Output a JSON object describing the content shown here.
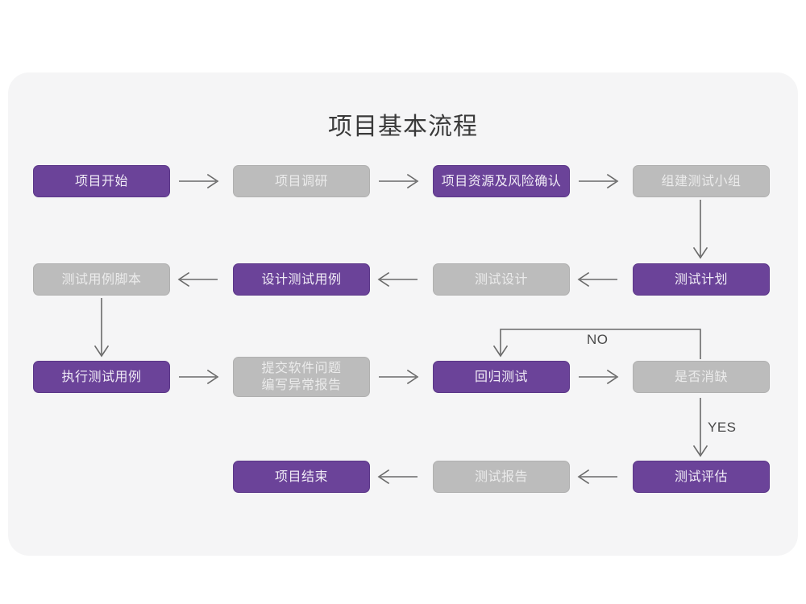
{
  "card": {
    "background_color": "#f5f5f6",
    "page_background_color": "#ffffff"
  },
  "title": "项目基本流程",
  "palette": {
    "purple": "#6b4399",
    "purple_border": "#5b3788",
    "purple_text": "#f0ebf6",
    "gray": "#bcbcbc",
    "gray_border": "#b0b0b0",
    "gray_text": "#ebebeb",
    "connector": "#6a6a6a",
    "title_text": "#3a3a3a",
    "label_text": "#4a4a4a"
  },
  "chart_data": {
    "type": "diagram",
    "title": "项目基本流程",
    "nodes": [
      {
        "id": "n1",
        "label": "项目开始",
        "style": "purple",
        "row": 1,
        "col": 1
      },
      {
        "id": "n2",
        "label": "项目调研",
        "style": "gray",
        "row": 1,
        "col": 2
      },
      {
        "id": "n3",
        "label": "项目资源及风险确认",
        "style": "purple",
        "row": 1,
        "col": 3
      },
      {
        "id": "n4",
        "label": "组建测试小组",
        "style": "gray",
        "row": 1,
        "col": 4
      },
      {
        "id": "n5",
        "label": "测试用例脚本",
        "style": "gray",
        "row": 2,
        "col": 1
      },
      {
        "id": "n6",
        "label": "设计测试用例",
        "style": "purple",
        "row": 2,
        "col": 2
      },
      {
        "id": "n7",
        "label": "测试设计",
        "style": "gray",
        "row": 2,
        "col": 3
      },
      {
        "id": "n8",
        "label": "测试计划",
        "style": "purple",
        "row": 2,
        "col": 4
      },
      {
        "id": "n9",
        "label": "执行测试用例",
        "style": "purple",
        "row": 3,
        "col": 1
      },
      {
        "id": "n10",
        "label": "提交软件问题\n编写异常报告",
        "style": "gray",
        "row": 3,
        "col": 2
      },
      {
        "id": "n11",
        "label": "回归测试",
        "style": "purple",
        "row": 3,
        "col": 3
      },
      {
        "id": "n12",
        "label": "是否消缺",
        "style": "gray",
        "row": 3,
        "col": 4
      },
      {
        "id": "n13",
        "label": "项目结束",
        "style": "purple",
        "row": 4,
        "col": 2
      },
      {
        "id": "n14",
        "label": "测试报告",
        "style": "gray",
        "row": 4,
        "col": 3
      },
      {
        "id": "n15",
        "label": "测试评估",
        "style": "purple",
        "row": 4,
        "col": 4
      }
    ],
    "edges": [
      {
        "from": "n1",
        "to": "n2",
        "label": "",
        "direction": "right"
      },
      {
        "from": "n2",
        "to": "n3",
        "label": "",
        "direction": "right"
      },
      {
        "from": "n3",
        "to": "n4",
        "label": "",
        "direction": "right"
      },
      {
        "from": "n4",
        "to": "n8",
        "label": "",
        "direction": "down"
      },
      {
        "from": "n8",
        "to": "n7",
        "label": "",
        "direction": "left"
      },
      {
        "from": "n7",
        "to": "n6",
        "label": "",
        "direction": "left"
      },
      {
        "from": "n6",
        "to": "n5",
        "label": "",
        "direction": "left"
      },
      {
        "from": "n5",
        "to": "n9",
        "label": "",
        "direction": "down"
      },
      {
        "from": "n9",
        "to": "n10",
        "label": "",
        "direction": "right"
      },
      {
        "from": "n10",
        "to": "n11",
        "label": "",
        "direction": "right"
      },
      {
        "from": "n11",
        "to": "n12",
        "label": "",
        "direction": "right"
      },
      {
        "from": "n12",
        "to": "n11",
        "label": "NO",
        "direction": "loop-up-left"
      },
      {
        "from": "n12",
        "to": "n15",
        "label": "YES",
        "direction": "down"
      },
      {
        "from": "n15",
        "to": "n14",
        "label": "",
        "direction": "left"
      },
      {
        "from": "n14",
        "to": "n13",
        "label": "",
        "direction": "left"
      }
    ],
    "edge_labels": [
      "NO",
      "YES"
    ]
  }
}
